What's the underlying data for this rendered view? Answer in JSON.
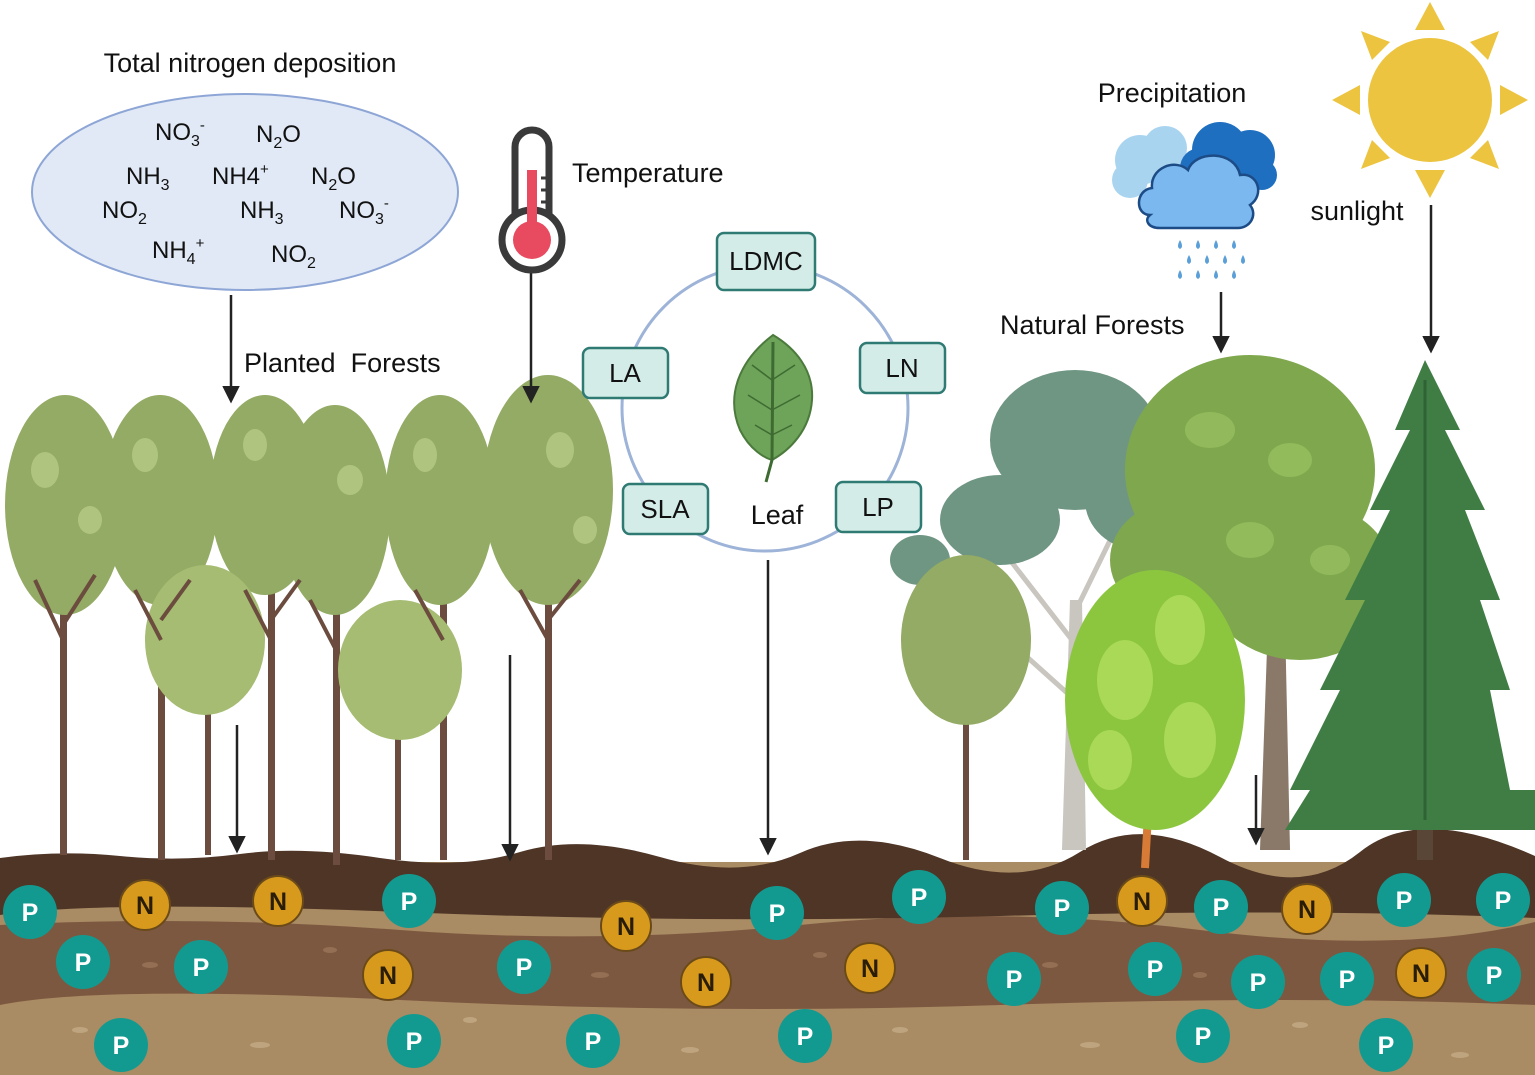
{
  "labels": {
    "total_nitrogen": "Total nitrogen deposition",
    "temperature": "Temperature",
    "planted_forests": "Planted  Forests",
    "natural_forests": "Natural Forests",
    "precipitation": "Precipitation",
    "sunlight": "sunlight",
    "leaf": "Leaf"
  },
  "nitrogen_compounds": [
    {
      "base": "NO",
      "sub": "3",
      "sup": "-"
    },
    {
      "base": "N",
      "sub": "2",
      "tail": "O"
    },
    {
      "base": "NH",
      "sub": "3"
    },
    {
      "base": "NH4",
      "sup": "+"
    },
    {
      "base": "N",
      "sub": "2",
      "tail": "O"
    },
    {
      "base": "NO",
      "sub": "2"
    },
    {
      "base": "NH",
      "sub": "3"
    },
    {
      "base": "NO",
      "sub": "3",
      "sup": "-"
    },
    {
      "base": "NH",
      "sub": "4",
      "sup": "+"
    },
    {
      "base": "NO",
      "sub": "2"
    }
  ],
  "leaf_traits": [
    "LDMC",
    "LN",
    "LP",
    "SLA",
    "LA"
  ],
  "nutrients": {
    "phosphorus": "P",
    "nitrogen": "N"
  },
  "colors": {
    "cloud_border": "#8ea6d6",
    "cloud_fill": "#e1e9f6",
    "trait_fill": "#d4ece8",
    "trait_border": "#2f7a73",
    "phosphorus": "#139a90",
    "nitrogen": "#d89a1c",
    "soil_top": "#4e3526",
    "soil_mid": "#7d5840",
    "soil_low": "#a98b64",
    "sun": "#ecc440",
    "tree_green": "#93ab64",
    "trunk": "#6b4c3e"
  },
  "icons": [
    "thermometer-icon",
    "rain-cloud-icon",
    "sun-icon",
    "leaf-icon"
  ]
}
